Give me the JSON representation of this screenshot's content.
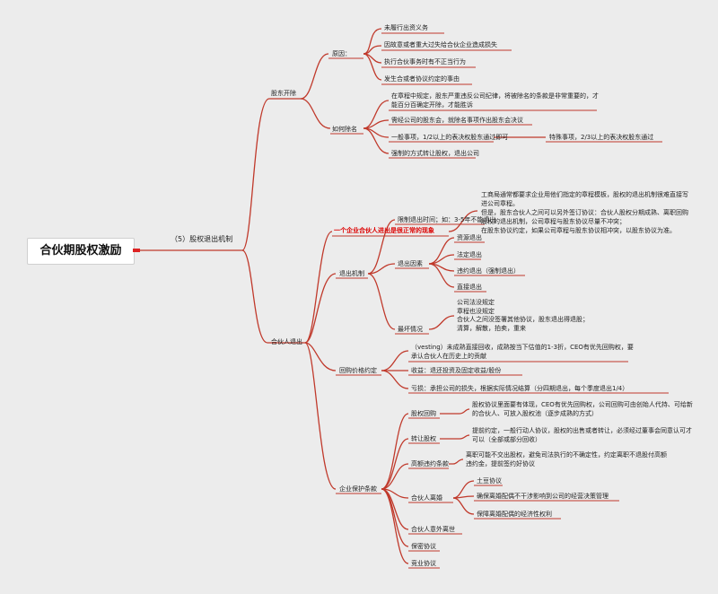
{
  "root": "合伙期股权激励",
  "level1": {
    "label": "（5）股权退出机制"
  },
  "shareholder_removal": {
    "label": "股东开除",
    "reasons": {
      "label": "原因：",
      "items": [
        "未履行出资义务",
        "因故意或者重大过失给合伙企业造成损失",
        "执行合伙事务时有不正当行为",
        "发生合或者协议约定的事由"
      ]
    },
    "how": {
      "label": "如何除名",
      "items": [
        "在章程中规定，股东严重违反公司纪律，将被除名的条款是非常重要的，才能百分百确定开除，才能胜诉",
        "需经公司的股东会，就除名事项作出股东会决议",
        "一般事项，1/2以上的表决权股东通过即可",
        "强制的方式转让股权，退出公司"
      ],
      "special": "特殊事项，2/3以上的表决权股东通过"
    }
  },
  "partner_exit": {
    "label": "合伙人退出",
    "highlight": "一个企业合伙人进出是很正常的现象",
    "highlight_note": "工商局通常都要求企业用他们指定的章程模板，股权的退出机制很难直接写进公司章程。\n但是，股东合伙人之间可以另外签订协议：合伙人股权分期成熟、离职回购股权的退出机制，公司章程与股东协议尽量不冲突；\n在股东协议约定，如果公司章程与股东协议相冲突，以股东协议为准。",
    "mechanism": {
      "label": "退出机制",
      "limit": "限制退出时间；如：3-5年不能退出",
      "factors": {
        "label": "退出因素",
        "items": [
          "资源退出",
          "法定退出",
          "违约退出（强制退出）",
          "直接退出"
        ]
      },
      "worst": {
        "label": "最坏情况",
        "text": "公司法没规定\n章程也没规定\n合伙人之间没签署其他协议，股东退出得退股；\n清算，解散，拍卖，重来"
      }
    },
    "buyback": {
      "label": "回购价格约定",
      "items": [
        "（vesting）未成熟直接回收，成熟按当下估值的1-3折，CEO有优先回购权，要承认合伙人在历史上的贡献",
        "收益：退还投资及固定收益/股份",
        "亏损：承担公司的损失，根据实际情况结算（分四期退出，每个季度退出1/4）"
      ]
    },
    "protection": {
      "label": "企业保护条款",
      "equity_buyback": {
        "label": "股权回购",
        "text": "股权协议里面要有体现，CEO有优先回购权，公司回购可由创始人代持、可给新的合伙人、可放入股权池（逐步成熟的方式）"
      },
      "transfer": {
        "label": "转让股权",
        "text": "提前约定，一般行动人协议，股权的出售或者转让，必须经过董事会同意认可才可以（全部或部分回收）"
      },
      "penalty": {
        "label": "高额违约条款",
        "text": "离职可能不交出股权，避免司法执行的不确定性，约定离职不退股付高额违约金，提前签约好协议"
      },
      "divorce": {
        "label": "合伙人离婚",
        "items": [
          "土豆协议",
          "确保离婚配偶不干涉影响到公司的经营决策管理",
          "保障离婚配偶的经济性权利"
        ]
      },
      "accident": {
        "label": "合伙人意外离世"
      },
      "confidentiality": {
        "label": "保密协议"
      },
      "noncompete": {
        "label": "竞业协议"
      }
    }
  }
}
